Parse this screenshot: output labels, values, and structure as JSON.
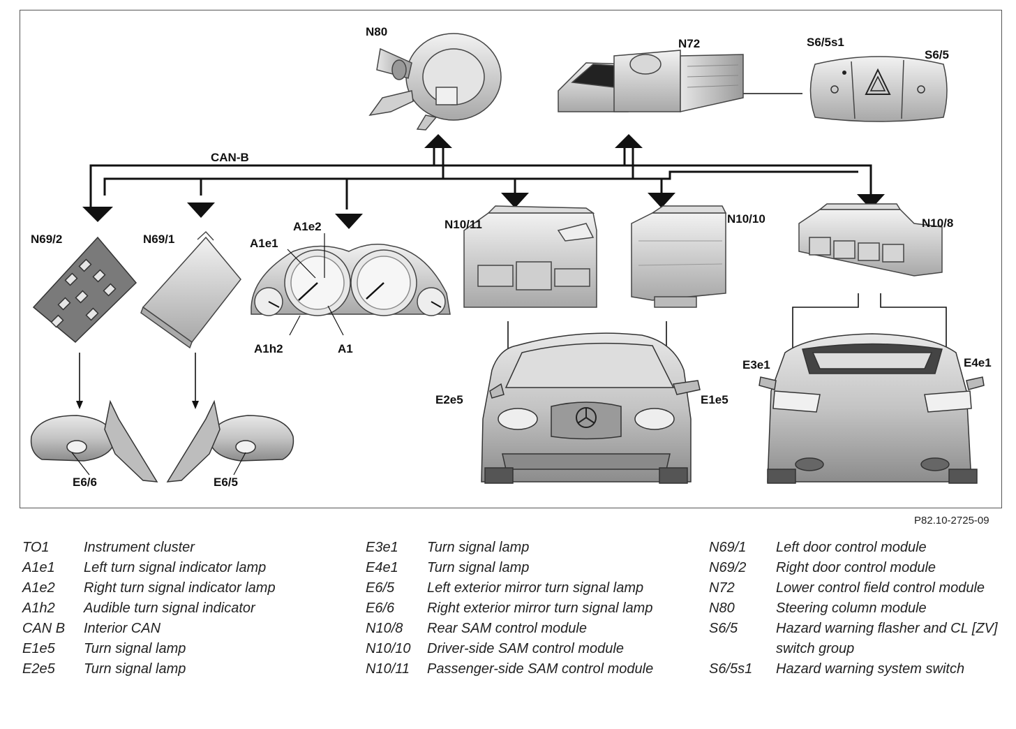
{
  "diagram": {
    "labels": {
      "n80": "N80",
      "n72": "N72",
      "s6_5s1": "S6/5s1",
      "s6_5": "S6/5",
      "can_b": "CAN-B",
      "n69_2": "N69/2",
      "n69_1": "N69/1",
      "a1e2": "A1e2",
      "a1e1": "A1e1",
      "a1h2": "A1h2",
      "a1": "A1",
      "n10_11": "N10/11",
      "n10_10": "N10/10",
      "n10_8": "N10/8",
      "e2e5": "E2e5",
      "e1e5": "E1e5",
      "e3e1": "E3e1",
      "e4e1": "E4e1",
      "e6_6": "E6/6",
      "e6_5": "E6/5"
    },
    "figure_code": "P82.10-2725-09"
  },
  "legend": {
    "col1": [
      {
        "code": "TO1",
        "desc": "Instrument cluster"
      },
      {
        "code": "A1e1",
        "desc": "Left turn signal indicator lamp"
      },
      {
        "code": "A1e2",
        "desc": "Right turn signal indicator lamp"
      },
      {
        "code": "A1h2",
        "desc": "Audible turn signal indicator"
      },
      {
        "code": "CAN B",
        "desc": "Interior CAN"
      },
      {
        "code": "E1e5",
        "desc": "Turn signal lamp"
      },
      {
        "code": "E2e5",
        "desc": "Turn signal lamp"
      }
    ],
    "col2": [
      {
        "code": "E3e1",
        "desc": "Turn signal lamp"
      },
      {
        "code": "E4e1",
        "desc": "Turn signal lamp"
      },
      {
        "code": "E6/5",
        "desc": "Left exterior mirror turn signal lamp"
      },
      {
        "code": "E6/6",
        "desc": "Right exterior mirror turn signal lamp"
      },
      {
        "code": "N10/8",
        "desc": "Rear SAM control module"
      },
      {
        "code": "N10/10",
        "desc": "Driver-side SAM control module"
      },
      {
        "code": "N10/11",
        "desc": "Passenger-side SAM control module"
      }
    ],
    "col3": [
      {
        "code": "N69/1",
        "desc": "Left door control module"
      },
      {
        "code": "N69/2",
        "desc": "Right door control module"
      },
      {
        "code": "N72",
        "desc": "Lower control field control module"
      },
      {
        "code": "N80",
        "desc": "Steering column module"
      },
      {
        "code": "S6/5",
        "desc": "Hazard warning flasher and CL [ZV] switch group"
      },
      {
        "code": "S6/5s1",
        "desc": "Hazard warning system switch"
      }
    ]
  }
}
